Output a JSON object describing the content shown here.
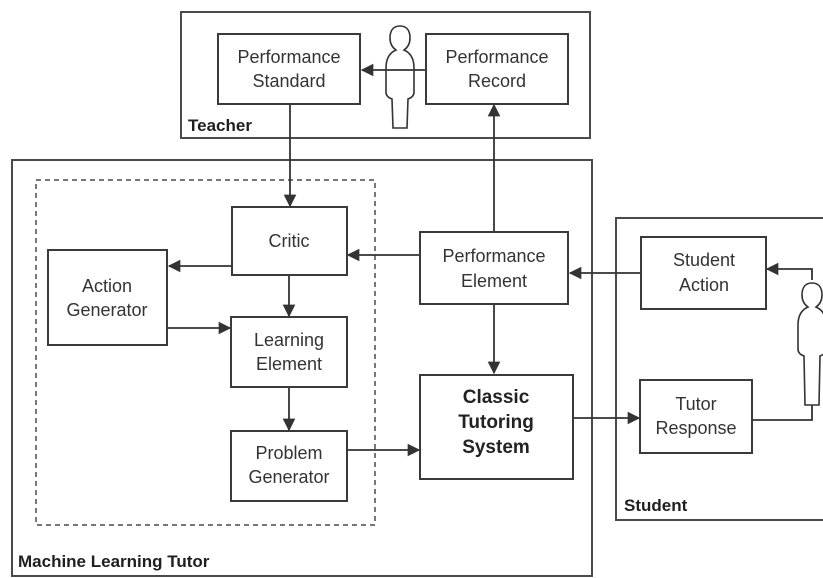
{
  "regions": {
    "teacher": "Teacher",
    "machine_learning_tutor": "Machine Learning Tutor",
    "student": "Student"
  },
  "nodes": {
    "performance_standard": [
      "Performance",
      "Standard"
    ],
    "performance_record": [
      "Performance",
      "Record"
    ],
    "critic": [
      "Critic"
    ],
    "action_generator": [
      "Action",
      "Generator"
    ],
    "learning_element": [
      "Learning",
      "Element"
    ],
    "problem_generator": [
      "Problem",
      "Generator"
    ],
    "performance_element": [
      "Performance",
      "Element"
    ],
    "classic_tutoring_system": [
      "Classic",
      "Tutoring",
      "System"
    ],
    "student_action": [
      "Student",
      "Action"
    ],
    "tutor_response": [
      "Tutor",
      "Response"
    ]
  },
  "icons": {
    "teacher_figure": "person-icon",
    "student_figure": "person-icon"
  }
}
